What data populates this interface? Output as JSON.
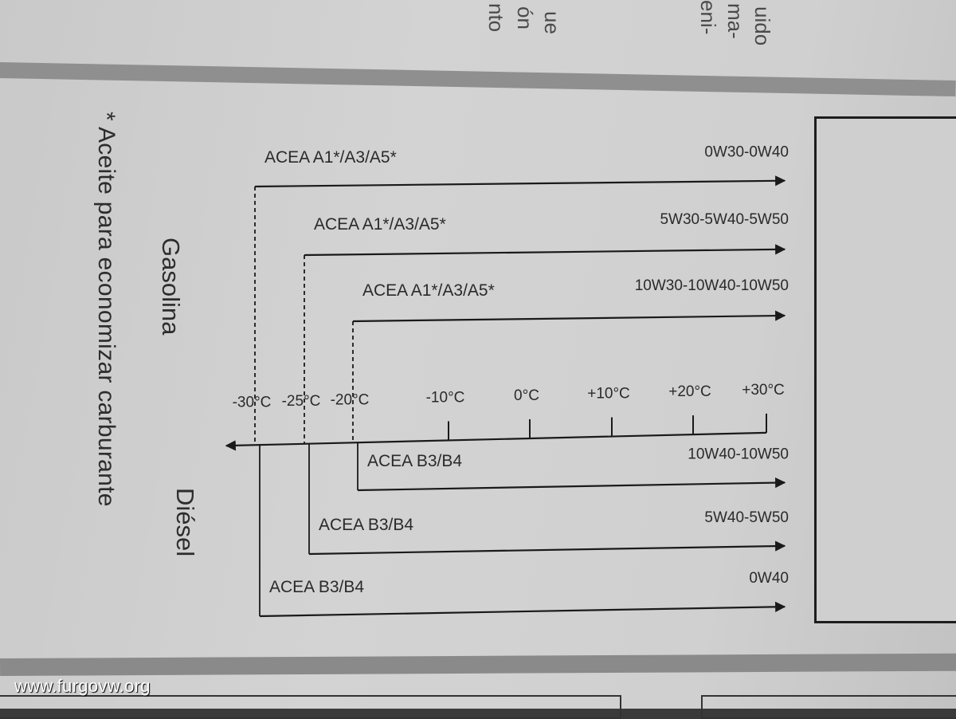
{
  "header_fragments": [
    "uido",
    "ma-",
    "eni-",
    "ue",
    "ón",
    "nto"
  ],
  "footnote": "* Aceite para economizar carburante",
  "labels": {
    "gasolina": "Gasolina",
    "diesel": "Diésel"
  },
  "watermark": "www.furgovw.org",
  "chart_data": {
    "type": "range-chart",
    "axis": {
      "ticks": [
        "-30°C",
        "-25°C",
        "-20°C",
        "-10°C",
        "0°C",
        "+10°C",
        "+20°C",
        "+30°C"
      ],
      "values": [
        -30,
        -25,
        -20,
        -10,
        0,
        10,
        20,
        30
      ]
    },
    "series": [
      {
        "group": "Gasolina",
        "spec": "ACEA A1*/A3/A5*",
        "grade": "0W30-0W40",
        "min_temp": -30,
        "max_temp": 30
      },
      {
        "group": "Gasolina",
        "spec": "ACEA A1*/A3/A5*",
        "grade": "5W30-5W40-5W50",
        "min_temp": -25,
        "max_temp": 30
      },
      {
        "group": "Gasolina",
        "spec": "ACEA A1*/A3/A5*",
        "grade": "10W30-10W40-10W50",
        "min_temp": -20,
        "max_temp": 30
      },
      {
        "group": "Diésel",
        "spec": "ACEA B3/B4",
        "grade": "10W40-10W50",
        "min_temp": -20,
        "max_temp": 30
      },
      {
        "group": "Diésel",
        "spec": "ACEA B3/B4",
        "grade": "5W40-5W50",
        "min_temp": -25,
        "max_temp": 30
      },
      {
        "group": "Diésel",
        "spec": "ACEA B3/B4",
        "grade": "0W40",
        "min_temp": -30,
        "max_temp": 30
      }
    ]
  }
}
